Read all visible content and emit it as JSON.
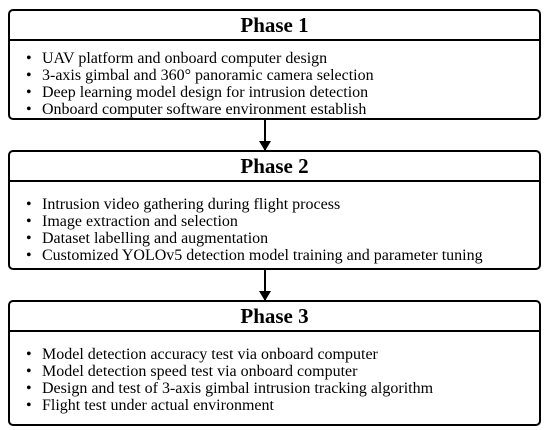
{
  "phases": [
    {
      "title": "Phase 1",
      "items": [
        "UAV platform and onboard computer design",
        "3-axis gimbal and 360° panoramic camera selection",
        "Deep learning model design for intrusion detection",
        "Onboard computer software environment establish"
      ]
    },
    {
      "title": "Phase 2",
      "items": [
        "Intrusion video gathering during flight process",
        "Image extraction and selection",
        "Dataset labelling and augmentation",
        "Customized YOLOv5 detection model training and parameter tuning"
      ]
    },
    {
      "title": "Phase 3",
      "items": [
        "Model detection accuracy test via onboard computer",
        "Model detection speed test via onboard computer",
        "Design and test of 3-axis gimbal intrusion tracking algorithm",
        "Flight test under actual environment"
      ]
    }
  ],
  "bullet_glyph": "•"
}
